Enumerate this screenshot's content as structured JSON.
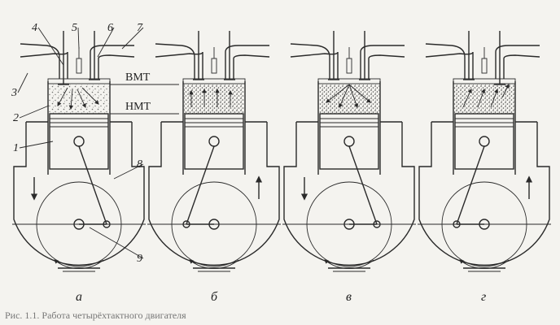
{
  "labels": {
    "tdc": "ВМТ",
    "bdc": "НМТ",
    "parts": [
      "1",
      "2",
      "3",
      "4",
      "5",
      "6",
      "7",
      "8",
      "9"
    ]
  },
  "panels": [
    {
      "letter": "а",
      "piston": "down",
      "arrow": "down",
      "crank": "right",
      "flow": "intake",
      "charge": "light"
    },
    {
      "letter": "б",
      "piston": "up",
      "arrow": "up",
      "crank": "left",
      "flow": "compression",
      "charge": "dense"
    },
    {
      "letter": "в",
      "piston": "down",
      "arrow": "down",
      "crank": "right",
      "flow": "power",
      "charge": "burst"
    },
    {
      "letter": "г",
      "piston": "up",
      "arrow": "up",
      "crank": "left",
      "flow": "exhaust",
      "charge": "dense"
    }
  ],
  "caption": "Рис. 1.1. Работа четырёхтактного двигателя"
}
